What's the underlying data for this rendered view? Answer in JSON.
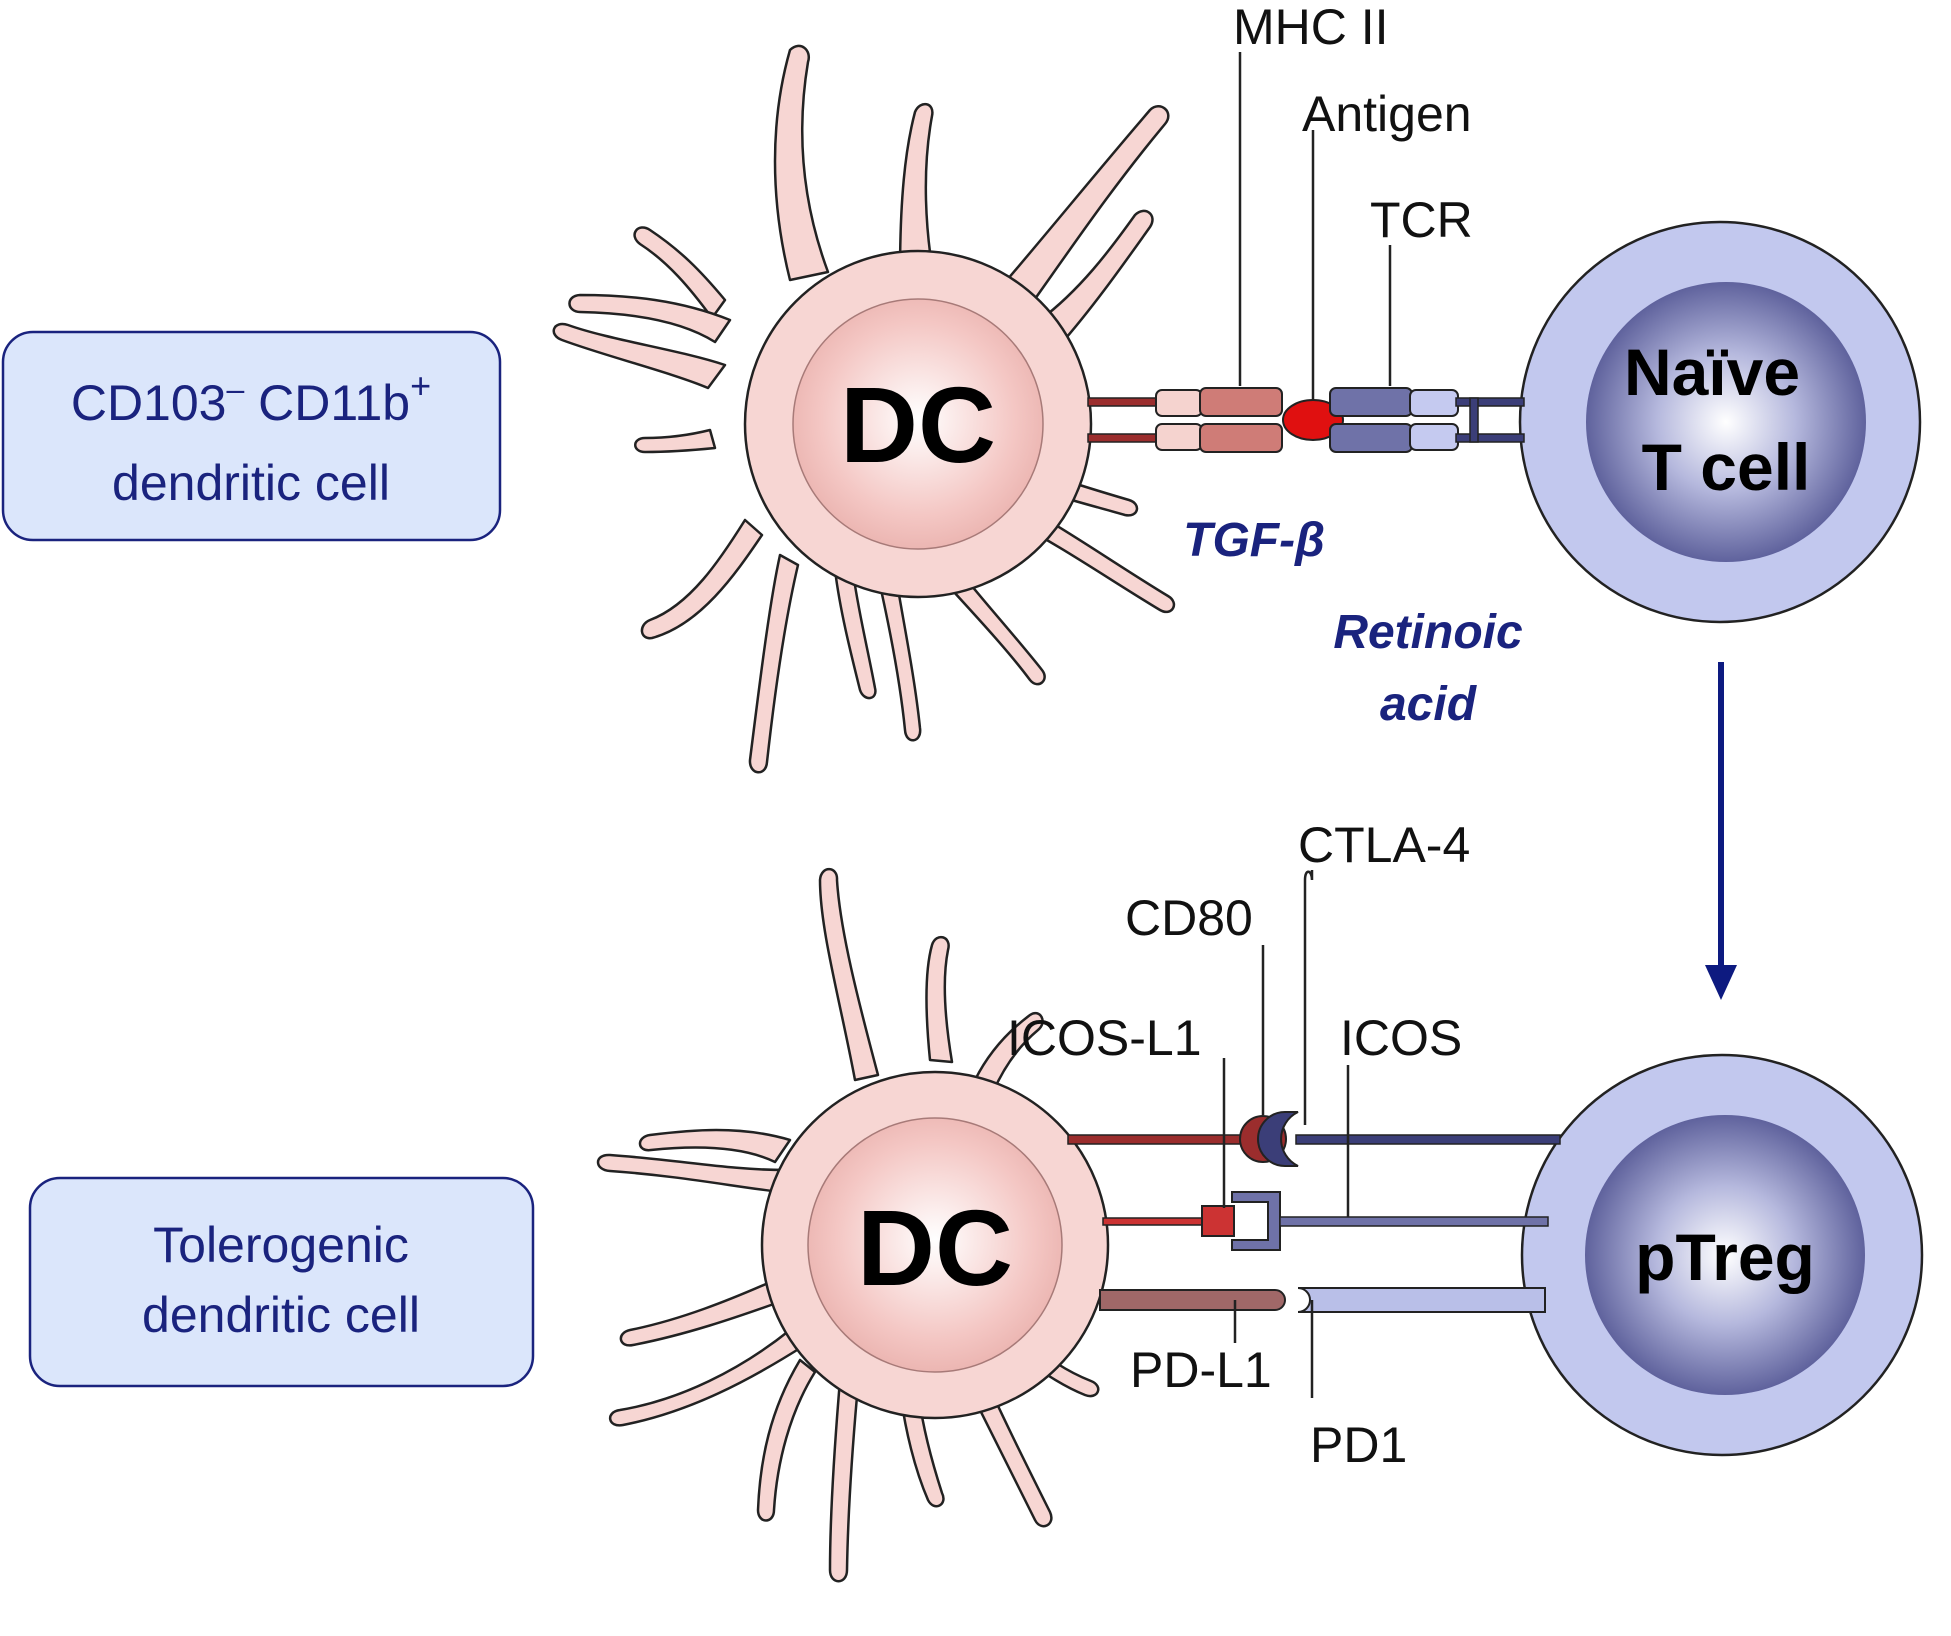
{
  "top_panel": {
    "box_label_line1": "CD103",
    "box_label_sup1": "–",
    "box_label_mid": " CD11b",
    "box_label_sup2": "+",
    "box_label_line2": "dendritic cell",
    "dc_label": "DC",
    "tcell_label_line1": "Naïve",
    "tcell_label_line2": "T cell",
    "molecule_labels": {
      "mhc": "MHC II",
      "antigen": "Antigen",
      "tcr": "TCR"
    },
    "soluble_factors": {
      "tgf": "TGF-β",
      "ra_line1": "Retinoic",
      "ra_line2": "acid"
    }
  },
  "bottom_panel": {
    "box_label_line1": "Tolerogenic",
    "box_label_line2": "dendritic cell",
    "dc_label": "DC",
    "treg_label": "pTreg",
    "molecule_labels": {
      "ctla4": "CTLA-4",
      "cd80": "CD80",
      "icosl1": "ICOS-L1",
      "icos": "ICOS",
      "pdl1": "PD-L1",
      "pd1": "PD1"
    }
  },
  "colors": {
    "dc_fill": "#f7d6d3",
    "tcell_outer": "#c2c8ee",
    "tcell_inner": "#5a5d9a",
    "label_box": "#dbe6fb",
    "dark_blue_text": "#1a237e",
    "arrow": "#0d1a80",
    "antigen_red": "#e01010"
  }
}
